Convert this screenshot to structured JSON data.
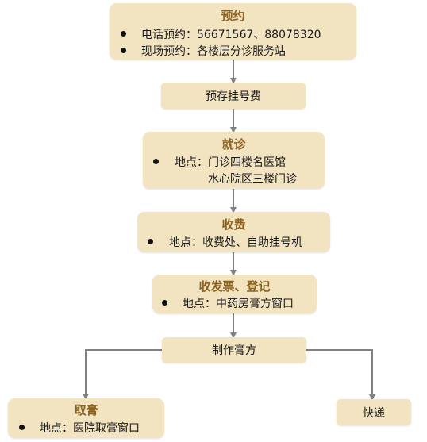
{
  "colors": {
    "box_fill": "#f2e3c1",
    "title_text": "#8a6221",
    "arrow": "#808080"
  },
  "steps": {
    "reserve": {
      "title": "预约",
      "items": [
        "电话预约：56671567、88078320",
        "现场预约：各楼层分诊服务站"
      ]
    },
    "prepay": {
      "label": "预存挂号费"
    },
    "visit": {
      "title": "就诊",
      "items": [
        "地点：门诊四楼名医馆"
      ],
      "continuation": "水心院区三楼门诊"
    },
    "charge": {
      "title": "收费",
      "items": [
        "地点：收费处、自助挂号机"
      ]
    },
    "invoice": {
      "title": "收发票、登记",
      "items": [
        "地点：中药房膏方窗口"
      ]
    },
    "make": {
      "label": "制作膏方"
    },
    "pickup": {
      "title": "取膏",
      "items": [
        "地点：医院取膏窗口"
      ]
    },
    "express": {
      "label": "快递"
    }
  }
}
